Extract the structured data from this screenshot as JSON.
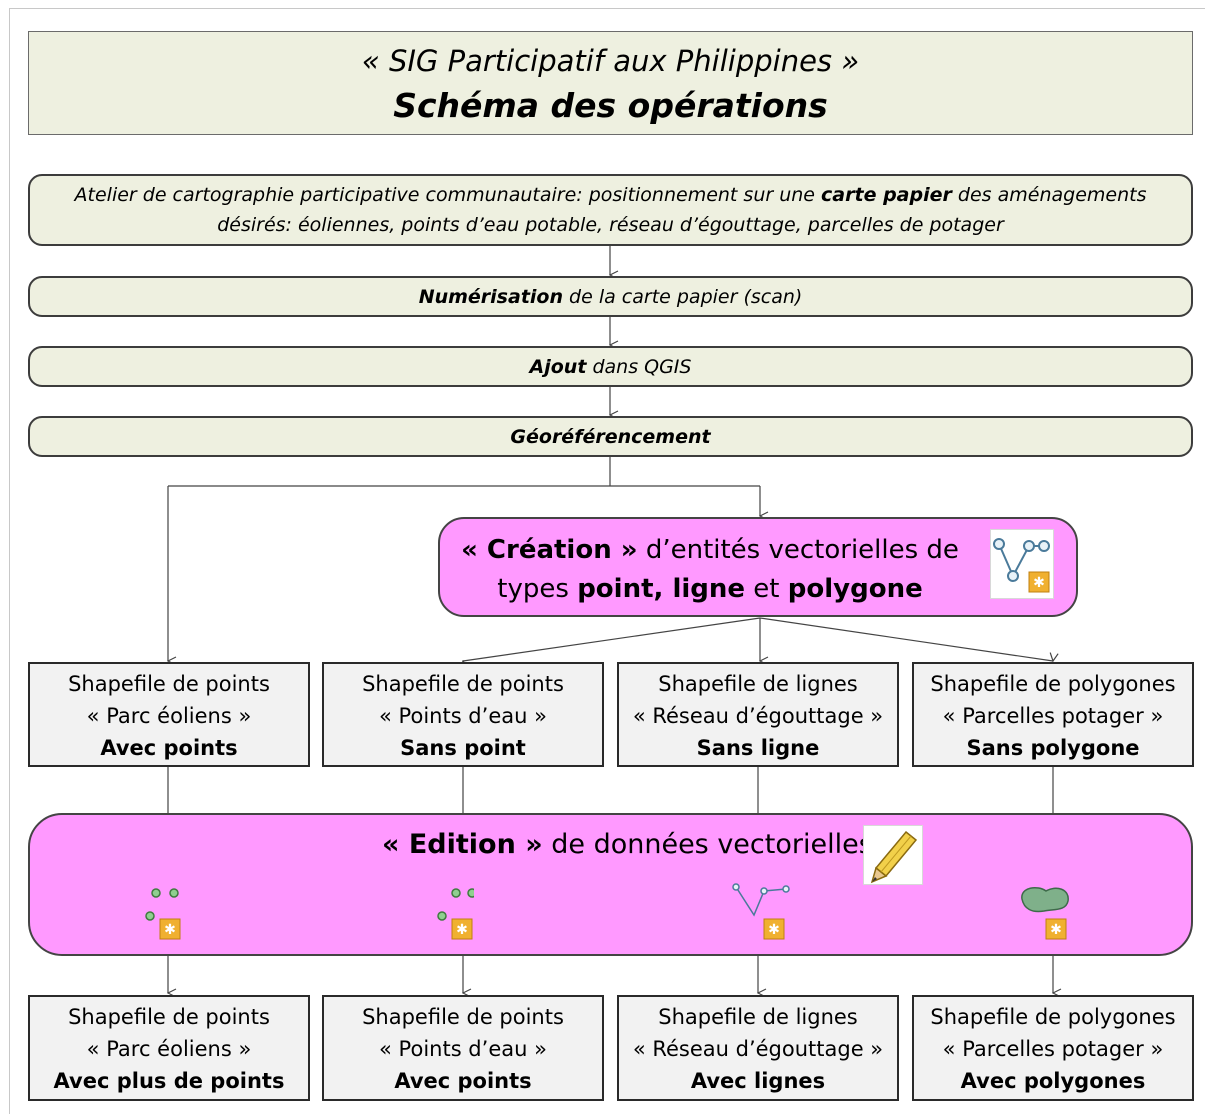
{
  "title": {
    "line1": "« SIG Participatif aux Philippines »",
    "line2": "Schéma des opérations"
  },
  "steps": {
    "atelier": {
      "line1_pre": "Atelier de cartographie participative communautaire: positionnement sur une ",
      "line1_bold": "carte papier",
      "line1_post": " des aménagements",
      "line2": "désirés: éoliennes, points d’eau potable, réseau d’égouttage, parcelles de potager"
    },
    "numerisation": {
      "bold": "Numérisation",
      "rest": " de la carte papier (scan)"
    },
    "ajout": {
      "bold": "Ajout",
      "rest": " dans QGIS"
    },
    "georef": {
      "bold": "Géoréférencement"
    }
  },
  "creation": {
    "bold1": "« Création »",
    "text1": " d’entités vectorielles de",
    "text2a": "types ",
    "bold2": "point, ligne",
    "text2b": " et ",
    "bold3": "polygone",
    "icon": "new-vector-layer-icon"
  },
  "edition": {
    "bold": "« Edition »",
    "text": " de données vectorielles",
    "icon": "pencil-icon",
    "sub_icons": [
      "edit-points-icon",
      "edit-points-icon",
      "edit-lines-icon",
      "edit-polygon-icon"
    ]
  },
  "before_boxes": [
    {
      "line1": "Shapefile de points",
      "line2": "« Parc éoliens »",
      "line3": "Avec points"
    },
    {
      "line1": "Shapefile de points",
      "line2": "« Points d’eau »",
      "line3": "Sans point"
    },
    {
      "line1": "Shapefile de lignes",
      "line2": "« Réseau d’égouttage »",
      "line3": "Sans ligne"
    },
    {
      "line1": "Shapefile de polygones",
      "line2": "« Parcelles potager »",
      "line3": "Sans polygone"
    }
  ],
  "after_boxes": [
    {
      "line1": "Shapefile de points",
      "line2": "« Parc éoliens »",
      "line3": "Avec plus de points"
    },
    {
      "line1": "Shapefile de points",
      "line2": "« Points d’eau »",
      "line3": "Avec points"
    },
    {
      "line1": "Shapefile de lignes",
      "line2": "« Réseau d’égouttage »",
      "line3": "Avec lignes"
    },
    {
      "line1": "Shapefile de polygones",
      "line2": "« Parcelles potager »",
      "line3": "Avec polygones"
    }
  ],
  "colors": {
    "step_fill": "#eef0e0",
    "pink_fill": "#ff99ff",
    "box_fill": "#f2f2f2",
    "icon_green": "#6ab06a",
    "icon_badge": "#f0b030"
  }
}
